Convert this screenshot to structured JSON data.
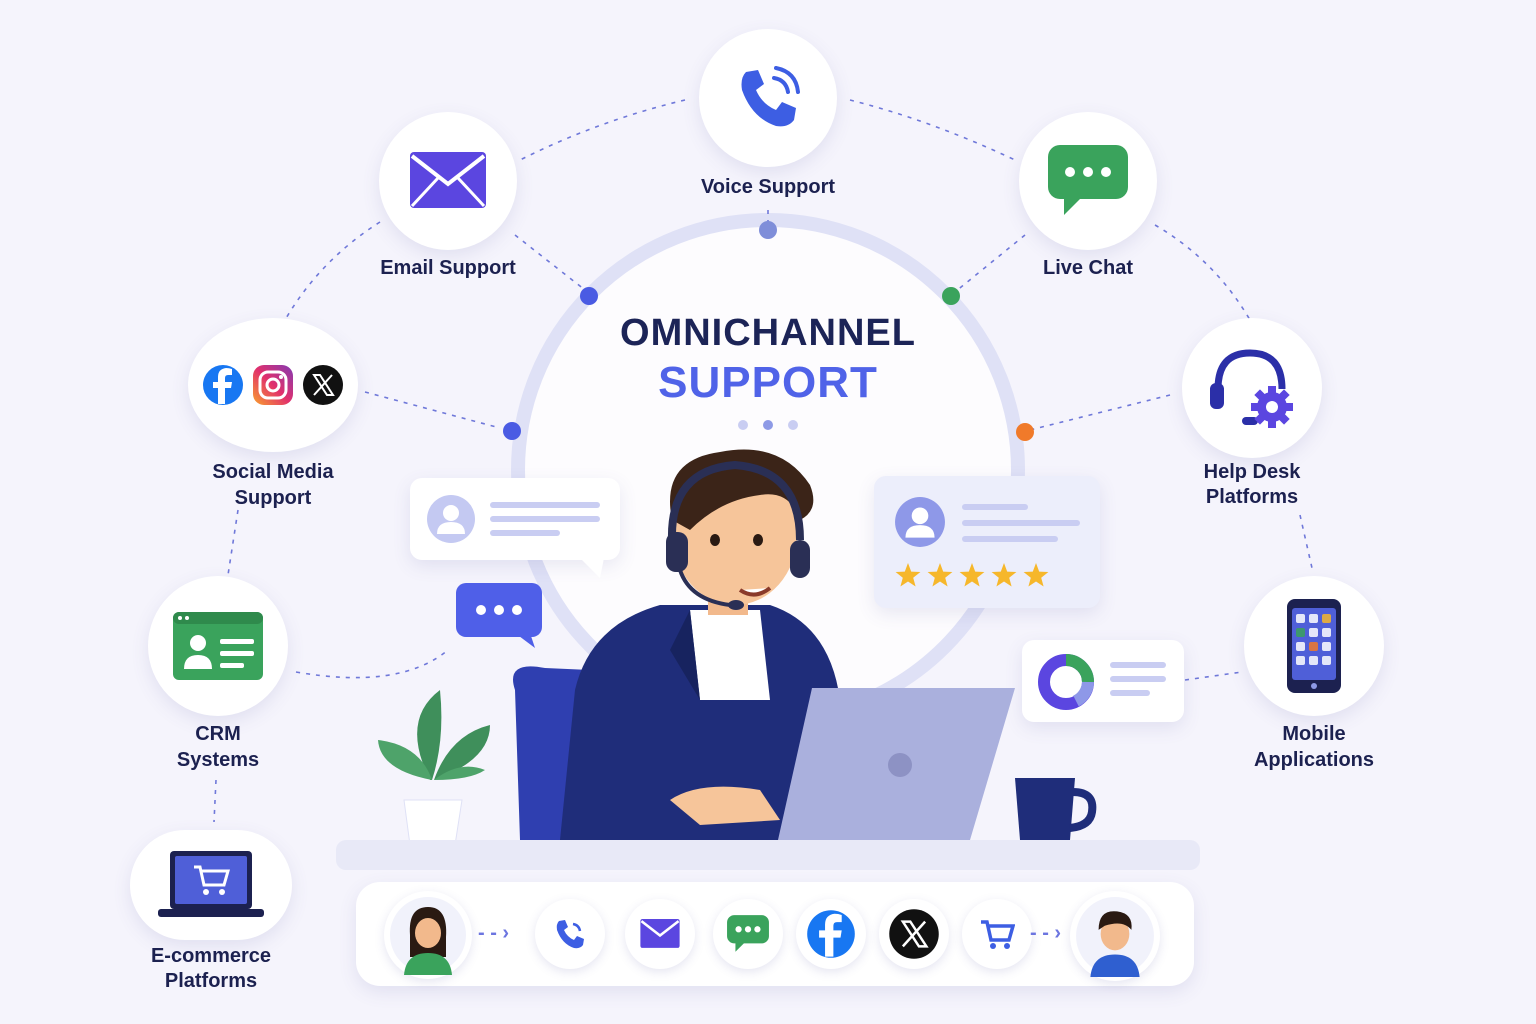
{
  "title": {
    "line1": "OMNICHANNEL",
    "line2": "SUPPORT"
  },
  "channels": {
    "voice": "Voice Support",
    "email": "Email Support",
    "chat": "Live Chat",
    "social_line1": "Social Media",
    "social_line2": "Support",
    "helpdesk_line1": "Help Desk",
    "helpdesk_line2": "Platforms",
    "crm_line1": "CRM",
    "crm_line2": "Systems",
    "mobile_line1": "Mobile",
    "mobile_line2": "Applications",
    "ecommerce_line1": "E-commerce",
    "ecommerce_line2": "Platforms"
  },
  "icons": {
    "voice": "phone-icon",
    "email": "envelope-icon",
    "chat": "chat-bubble-icon",
    "social": [
      "facebook-icon",
      "instagram-icon",
      "x-icon"
    ],
    "helpdesk": "headset-gear-icon",
    "crm": "contact-card-icon",
    "mobile": "smartphone-icon",
    "ecommerce": "laptop-cart-icon"
  },
  "rating": {
    "stars": 5,
    "max": 5
  },
  "colors": {
    "accent": "#5063e8",
    "navy": "#1c2457",
    "green": "#3aa35c",
    "orange": "#f07a2a",
    "star": "#f6b72b"
  }
}
